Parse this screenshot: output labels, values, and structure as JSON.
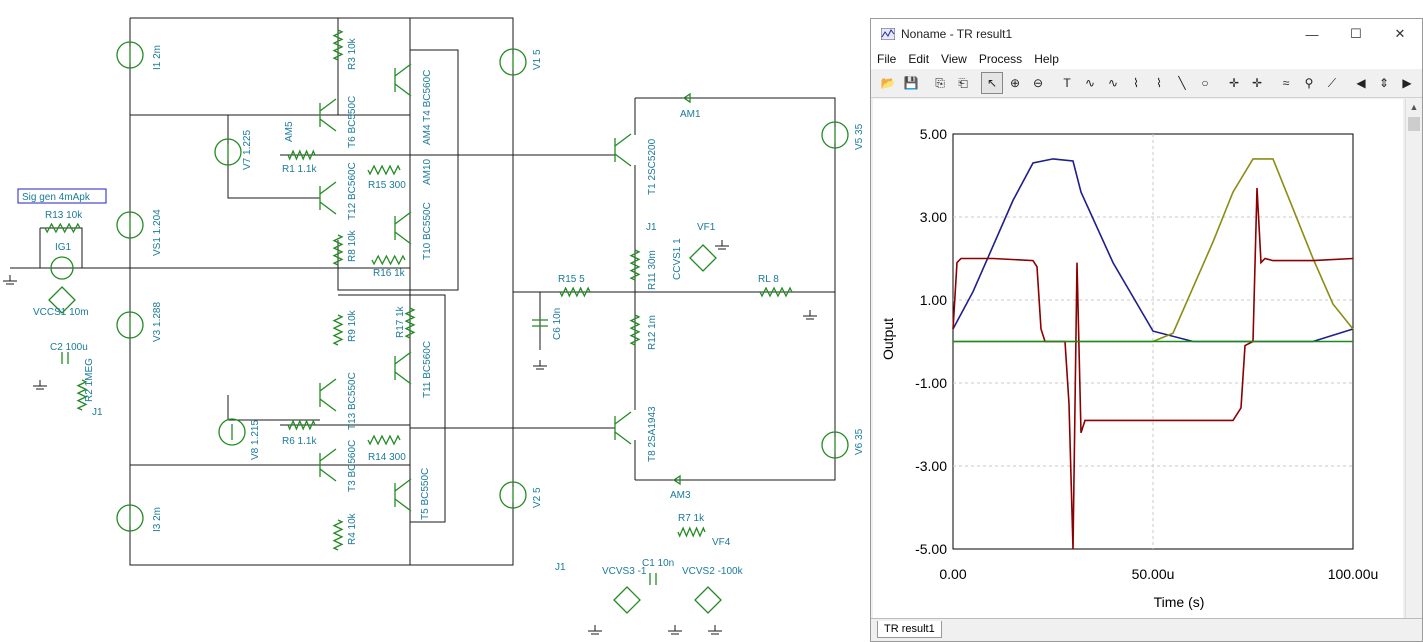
{
  "schematic": {
    "labels": {
      "sig_gen": "Sig gen 4mApk",
      "r13": "R13 10k",
      "ig1": "IG1",
      "vccs1": "VCCS1 10m",
      "c2": "C2 100u",
      "r2": "R2 1MEG",
      "j1a": "J1",
      "i1": "I1 2m",
      "vs1": "VS1 1.204",
      "v3": "V3 1.288",
      "i3": "I3 2m",
      "r3": "R3 10k",
      "t6": "T6 BC550C",
      "am5": "AM5",
      "v7": "V7 1.225",
      "r1": "R1 1.1k",
      "t12": "T12 BC560C",
      "r15b": "R15 300",
      "t4": "AM4 T4 BC560C",
      "am10": "AM10",
      "t10": "T10 BC550C",
      "r8": "R8 10k",
      "r16": "R16 1k",
      "r9": "R9 10k",
      "r17": "R17 1k",
      "t11": "T11 BC560C",
      "t13": "T13 BC550C",
      "v8": "V8 1.215",
      "r6": "R6 1.1k",
      "r14": "R14 300",
      "t3": "T3 BC560C",
      "t5": "T5 BC550C",
      "r4": "R4 10k",
      "v1": "V1 5",
      "v2": "V2 5",
      "am1": "AM1",
      "t1": "T1 2SC5200",
      "v5": "V5 35",
      "j1b": "J1",
      "vf1": "VF1",
      "r11": "R11 30m",
      "ccvs": "CCVS1 1",
      "r15": "R15 5",
      "c6": "C6 10n",
      "rl": "RL 8",
      "r12": "R12 1m",
      "t8": "T8 2SA1943",
      "v6": "V6 35",
      "am3": "AM3",
      "r7": "R7 1k",
      "vf4": "VF4",
      "j1c": "J1",
      "vcvs3": "VCVS3 -1",
      "c1": "C1 10n",
      "vcvs2": "VCVS2 -100k"
    }
  },
  "window": {
    "title": "Noname - TR result1",
    "controls": {
      "minimize": "—",
      "maximize": "☐",
      "close": "✕"
    },
    "menu": [
      "File",
      "Edit",
      "View",
      "Process",
      "Help"
    ],
    "tab": "TR result1"
  },
  "toolbar": {
    "buttons": [
      {
        "name": "open-icon",
        "glyph": "📂"
      },
      {
        "name": "save-icon",
        "glyph": "💾"
      },
      {
        "name": "copy-icon",
        "glyph": "⎘"
      },
      {
        "name": "paste-icon",
        "glyph": "⎗"
      },
      {
        "name": "pointer-icon",
        "glyph": "↖"
      },
      {
        "name": "zoom-in-icon",
        "glyph": "⊕"
      },
      {
        "name": "zoom-100-icon",
        "glyph": "⊖"
      },
      {
        "name": "text-icon",
        "glyph": "T"
      },
      {
        "name": "curve-label-icon",
        "glyph": "∿"
      },
      {
        "name": "curve-label2-icon",
        "glyph": "∿"
      },
      {
        "name": "curve-icon",
        "glyph": "⌇"
      },
      {
        "name": "curve2-icon",
        "glyph": "⌇"
      },
      {
        "name": "line-icon",
        "glyph": "╲"
      },
      {
        "name": "circle-icon",
        "glyph": "○"
      },
      {
        "name": "cursor-a-icon",
        "glyph": "✛"
      },
      {
        "name": "cursor-b-icon",
        "glyph": "✛"
      },
      {
        "name": "add-curve-icon",
        "glyph": "≈"
      },
      {
        "name": "probe-icon",
        "glyph": "⚲"
      },
      {
        "name": "slope-icon",
        "glyph": "⟋"
      },
      {
        "name": "arrow-left-icon",
        "glyph": "◀"
      },
      {
        "name": "arrow-updown-icon",
        "glyph": "⇕"
      },
      {
        "name": "arrow-right-icon",
        "glyph": "▶"
      }
    ]
  },
  "chart_data": {
    "type": "line",
    "xlabel": "Time (s)",
    "ylabel": "Output",
    "xlim": [
      0,
      100
    ],
    "ylim": [
      -5,
      5
    ],
    "xticks": [
      "0.00",
      "50.00u",
      "100.00u"
    ],
    "yticks": [
      "5.00",
      "3.00",
      "1.00",
      "-1.00",
      "-3.00",
      "-5.00"
    ],
    "grid": true,
    "series": [
      {
        "color": "#1e1e8c",
        "x": [
          0,
          5,
          10,
          15,
          20,
          25,
          30,
          32,
          40,
          50,
          60,
          70,
          80,
          90,
          100
        ],
        "y": [
          0.3,
          1.2,
          2.3,
          3.4,
          4.3,
          4.4,
          4.35,
          3.6,
          1.9,
          0.25,
          0,
          0,
          0,
          0,
          0.3
        ]
      },
      {
        "color": "#8c8c14",
        "x": [
          0,
          20,
          40,
          50,
          55,
          60,
          65,
          70,
          75,
          80,
          85,
          90,
          95,
          100
        ],
        "y": [
          0,
          0,
          0,
          0,
          0.2,
          1.3,
          2.4,
          3.6,
          4.4,
          4.4,
          3.2,
          2.0,
          0.9,
          0.3
        ]
      },
      {
        "color": "#8b0000",
        "x": [
          0,
          1,
          2,
          5,
          10,
          20,
          21,
          22,
          23,
          28,
          29,
          30,
          31,
          32,
          33,
          34,
          40,
          50,
          60,
          70,
          72,
          73,
          75,
          76,
          77,
          78,
          80,
          90,
          100
        ],
        "y": [
          0.3,
          1.9,
          2.0,
          2.0,
          2.0,
          1.95,
          1.8,
          0.3,
          0.0,
          0.0,
          -1.5,
          -5.0,
          1.9,
          -2.2,
          -1.9,
          -1.9,
          -1.9,
          -1.9,
          -1.9,
          -1.9,
          -1.6,
          -0.1,
          0.0,
          3.7,
          1.9,
          2.0,
          1.95,
          1.95,
          2.0
        ]
      },
      {
        "color": "#1a8c1a",
        "x": [
          0,
          100
        ],
        "y": [
          0,
          0
        ]
      }
    ]
  }
}
